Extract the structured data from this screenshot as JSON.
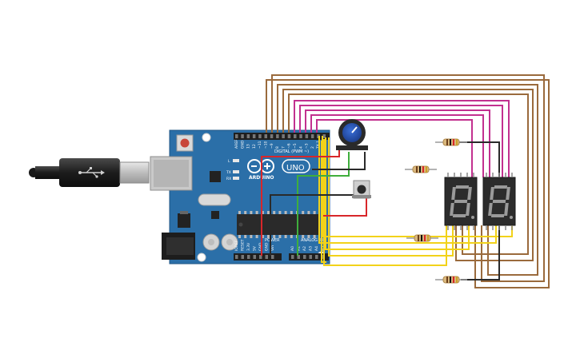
{
  "board": {
    "brand": "ARDUINO",
    "model": "UNO",
    "digital_header_label": "DIGITAL (PWM ~)",
    "power_header_label": "POWER",
    "analog_header_label": "ANALOG IN",
    "led_l": "L",
    "led_tx": "TX",
    "led_rx": "RX",
    "digital_pins": [
      "AREF",
      "GND",
      "13",
      "12",
      "~11",
      "~10",
      "~9",
      "8",
      "7",
      "~6",
      "~5",
      "4",
      "~3",
      "2",
      "TX 1",
      "RX 0"
    ],
    "power_pins": [
      "IOREF",
      "RESET",
      "3.3V",
      "5V",
      "GND",
      "GND",
      "Vin"
    ],
    "analog_pins": [
      "A0",
      "A1",
      "A2",
      "A3",
      "A4",
      "A5"
    ],
    "color": "#2b6fa8"
  },
  "components": {
    "usb_cable": "usb-cable-icon",
    "potentiometer": "potentiometer-icon",
    "pushbutton": "pushbutton-icon",
    "displays": [
      "seven-segment-display-icon",
      "seven-segment-display-icon"
    ],
    "resistors": [
      "resistor-icon",
      "resistor-icon",
      "resistor-icon",
      "resistor-icon"
    ]
  },
  "wire_colors": {
    "brown": "#9a6a3c",
    "magenta": "#c2308f",
    "yellow": "#f2d21a",
    "red": "#d8262a",
    "green": "#3fae3c",
    "black": "#2a2a2a"
  }
}
